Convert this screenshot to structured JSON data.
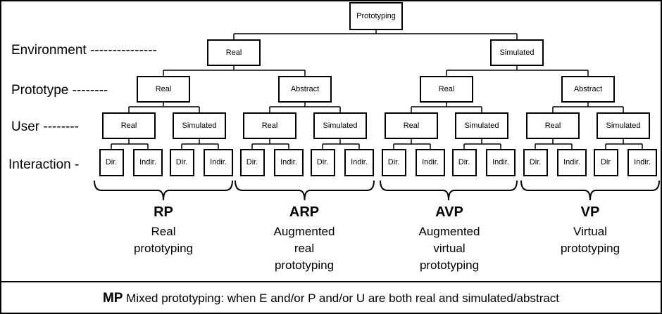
{
  "levels": {
    "environment": "Environment ---------------",
    "prototype": "Prototype --------",
    "user": "User --------",
    "interaction": "Interaction -"
  },
  "tree": {
    "root": "Prototyping",
    "environment": [
      "Real",
      "Simulated"
    ],
    "prototype": [
      "Real",
      "Abstract",
      "Real",
      "Abstract"
    ],
    "user": [
      "Real",
      "Simulated",
      "Real",
      "Simulated",
      "Real",
      "Simulated",
      "Real",
      "Simulated"
    ],
    "interaction": [
      "Dir.",
      "Indir.",
      "Dir.",
      "Indir.",
      "Dir.",
      "Indir.",
      "Dir.",
      "Indir.",
      "Dir.",
      "Indir.",
      "Dir.",
      "Indir.",
      "Dir.",
      "Indir.",
      "Dir",
      "Indir."
    ]
  },
  "categories": [
    {
      "abbr": "RP",
      "lines": [
        "Real",
        "prototyping"
      ]
    },
    {
      "abbr": "ARP",
      "lines": [
        "Augmented",
        "real",
        "prototyping"
      ]
    },
    {
      "abbr": "AVP",
      "lines": [
        "Augmented",
        "virtual",
        "prototyping"
      ]
    },
    {
      "abbr": "VP",
      "lines": [
        "Virtual",
        "prototyping"
      ]
    }
  ],
  "footer": {
    "abbr": "MP",
    "text": " Mixed prototyping: when E and/or P and/or U are both real and simulated/abstract"
  }
}
